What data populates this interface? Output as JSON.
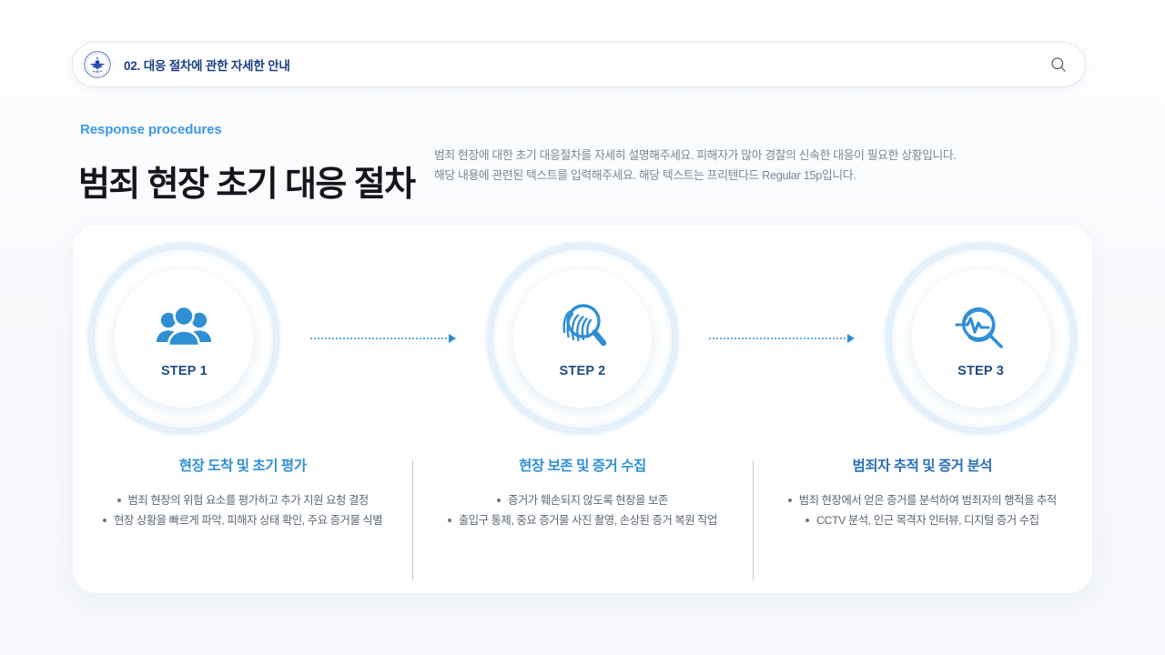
{
  "header": {
    "emblem_icon": "police-emblem-icon",
    "title": "02. 대응 절차에 관한 자세한 안내",
    "search_icon": "search-icon"
  },
  "intro": {
    "eyebrow": "Response procedures",
    "title": "범죄 현장 초기 대응 절차",
    "paragraph_1": "범죄 현장에 대한 초기 대응절차를 자세히 설명해주세요. 피해자가 많아 경찰의 신속한 대응이 필요한 상황입니다.",
    "paragraph_2": "해당 내용에 관련된  텍스트를 입력해주세요. 해당 텍스트는 프리텐다드 Regular 15p입니다."
  },
  "colors": {
    "accent_blue": "#2f8fd4",
    "eyebrow_blue": "#3d97e8",
    "navy": "#1b3f86",
    "step_label": "#1e4d82",
    "body_grey": "#7b8794",
    "divider": "#b9cede",
    "page_bg": "#f7f9fc",
    "card_bg": "#ffffff"
  },
  "steps": [
    {
      "label": "STEP 1",
      "icon": "people-group-icon",
      "title": "현장 도착 및 초기 평가",
      "bullets": [
        "범죄 현장의 위험 요소를 평가하고 추가 지원 요청 결정",
        "현장 상황을 빠르게 파악, 피해자 상태 확인, 주요 증거물 식별"
      ]
    },
    {
      "label": "STEP 2",
      "icon": "fingerprint-magnifier-icon",
      "title": "현장 보존 및 증거 수집",
      "bullets": [
        "증거가 훼손되지 않도록 현장을 보존",
        "출입구 통제, 중요 증거물 사진 촬영, 손상된 증거 복원 작업"
      ]
    },
    {
      "label": "STEP 3",
      "icon": "pulse-magnifier-analysis-icon",
      "title": "범죄자 추적 및 증거 분석",
      "bullets": [
        "범죄 현장에서 얻은 증거를 분석하여 범죄자의 행적을 추적",
        "CCTV 분석, 인근 목격자 인터뷰, 디지털 증거 수집"
      ]
    }
  ],
  "connectors": [
    {
      "name": "connector-step1-step2",
      "icon": "dotted-arrow-right-icon"
    },
    {
      "name": "connector-step2-step3",
      "icon": "dotted-arrow-right-icon"
    }
  ]
}
